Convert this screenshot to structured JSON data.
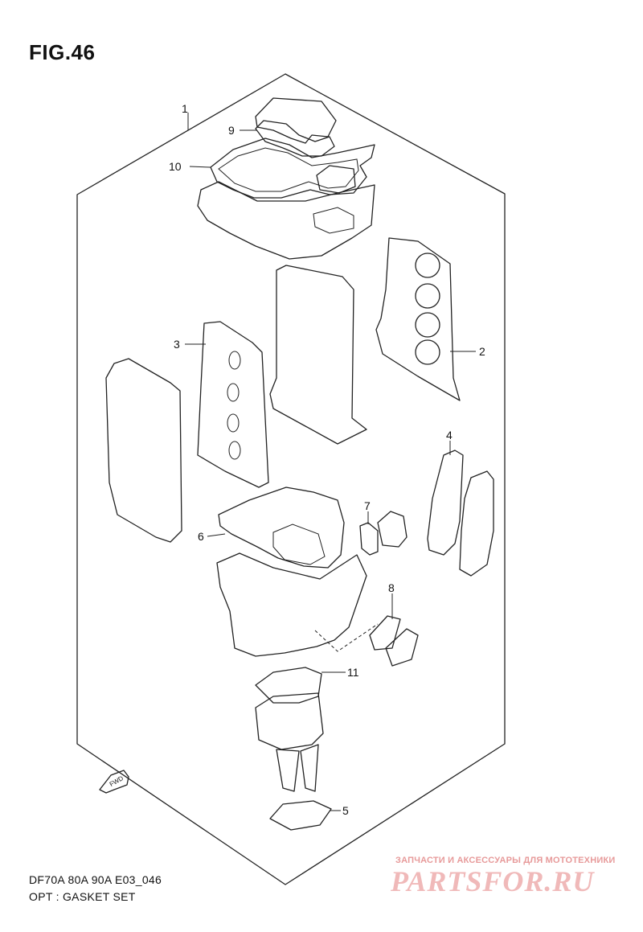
{
  "figure": {
    "title": "FIG.46"
  },
  "callouts": [
    "1",
    "2",
    "3",
    "4",
    "5",
    "6",
    "7",
    "8",
    "9",
    "10",
    "11"
  ],
  "footer": {
    "model_line": "DF70A 80A 90A E03_046",
    "set_line": "OPT : GASKET SET"
  },
  "fwd_marker": {
    "label": "FWD"
  },
  "watermark": {
    "tagline": "ЗАПЧАСТИ И АКСЕССУАРЫ ДЛЯ МОТОТЕХНИКИ",
    "brand": "PARTSFOR.RU"
  }
}
